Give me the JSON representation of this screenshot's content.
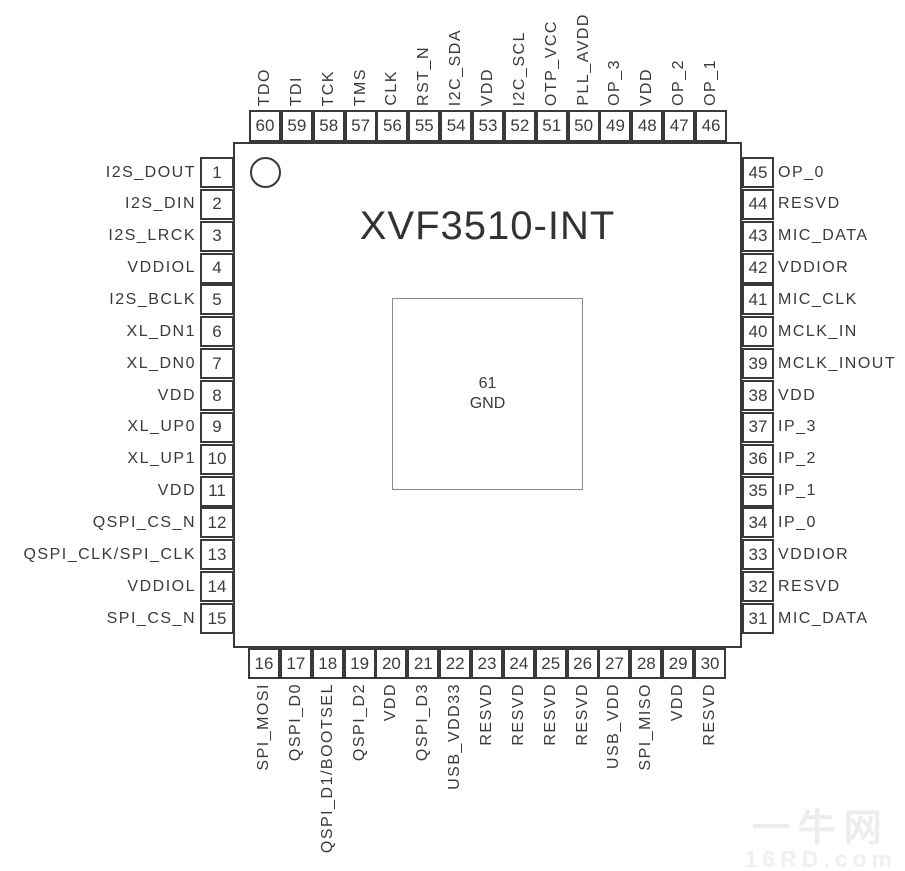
{
  "diagram": {
    "title": "XVF3510-INT",
    "center_pad": {
      "number": "61",
      "label": "GND"
    }
  },
  "pins": {
    "top": [
      {
        "num": "60",
        "label": "TDO"
      },
      {
        "num": "59",
        "label": "TDI"
      },
      {
        "num": "58",
        "label": "TCK"
      },
      {
        "num": "57",
        "label": "TMS"
      },
      {
        "num": "56",
        "label": "CLK"
      },
      {
        "num": "55",
        "label": "RST_N"
      },
      {
        "num": "54",
        "label": "I2C_SDA"
      },
      {
        "num": "53",
        "label": "VDD"
      },
      {
        "num": "52",
        "label": "I2C_SCL"
      },
      {
        "num": "51",
        "label": "OTP_VCC"
      },
      {
        "num": "50",
        "label": "PLL_AVDD"
      },
      {
        "num": "49",
        "label": "OP_3"
      },
      {
        "num": "48",
        "label": "VDD"
      },
      {
        "num": "47",
        "label": "OP_2"
      },
      {
        "num": "46",
        "label": "OP_1"
      }
    ],
    "left": [
      {
        "num": "1",
        "label": "I2S_DOUT"
      },
      {
        "num": "2",
        "label": "I2S_DIN"
      },
      {
        "num": "3",
        "label": "I2S_LRCK"
      },
      {
        "num": "4",
        "label": "VDDIOL"
      },
      {
        "num": "5",
        "label": "I2S_BCLK"
      },
      {
        "num": "6",
        "label": "XL_DN1"
      },
      {
        "num": "7",
        "label": "XL_DN0"
      },
      {
        "num": "8",
        "label": "VDD"
      },
      {
        "num": "9",
        "label": "XL_UP0"
      },
      {
        "num": "10",
        "label": "XL_UP1"
      },
      {
        "num": "11",
        "label": "VDD"
      },
      {
        "num": "12",
        "label": "QSPI_CS_N"
      },
      {
        "num": "13",
        "label": "QSPI_CLK/SPI_CLK"
      },
      {
        "num": "14",
        "label": "VDDIOL"
      },
      {
        "num": "15",
        "label": "SPI_CS_N"
      }
    ],
    "right": [
      {
        "num": "45",
        "label": "OP_0"
      },
      {
        "num": "44",
        "label": "RESVD"
      },
      {
        "num": "43",
        "label": "MIC_DATA"
      },
      {
        "num": "42",
        "label": "VDDIOR"
      },
      {
        "num": "41",
        "label": "MIC_CLK"
      },
      {
        "num": "40",
        "label": "MCLK_IN"
      },
      {
        "num": "39",
        "label": "MCLK_INOUT"
      },
      {
        "num": "38",
        "label": "VDD"
      },
      {
        "num": "37",
        "label": "IP_3"
      },
      {
        "num": "36",
        "label": "IP_2"
      },
      {
        "num": "35",
        "label": "IP_1"
      },
      {
        "num": "34",
        "label": "IP_0"
      },
      {
        "num": "33",
        "label": "VDDIOR"
      },
      {
        "num": "32",
        "label": "RESVD"
      },
      {
        "num": "31",
        "label": "MIC_DATA"
      }
    ],
    "bottom": [
      {
        "num": "16",
        "label": "SPI_MOSI"
      },
      {
        "num": "17",
        "label": "QSPI_D0"
      },
      {
        "num": "18",
        "label": "QSPI_D1/BOOTSEL"
      },
      {
        "num": "19",
        "label": "QSPI_D2"
      },
      {
        "num": "20",
        "label": "VDD"
      },
      {
        "num": "21",
        "label": "QSPI_D3"
      },
      {
        "num": "22",
        "label": "USB_VDD33"
      },
      {
        "num": "23",
        "label": "RESVD"
      },
      {
        "num": "24",
        "label": "RESVD"
      },
      {
        "num": "25",
        "label": "RESVD"
      },
      {
        "num": "26",
        "label": "RESVD"
      },
      {
        "num": "27",
        "label": "USB_VDD"
      },
      {
        "num": "28",
        "label": "SPI_MISO"
      },
      {
        "num": "29",
        "label": "VDD"
      },
      {
        "num": "30",
        "label": "RESVD"
      }
    ],
    "watermark": {
      "line1": "一牛网",
      "line2": "16RD.com"
    }
  },
  "watermark": {
    "line1": "一牛网",
    "line2": "16RD.com"
  },
  "colors": {
    "line": "#3a3a3a",
    "text": "#3a3a3a",
    "pad_border": "#8a8a8a",
    "watermark": "#ededed",
    "background": "#ffffff"
  }
}
